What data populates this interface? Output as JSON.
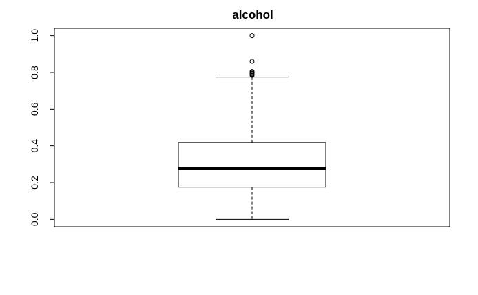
{
  "chart_data": {
    "type": "box",
    "title": "alcohol",
    "xlabel": "",
    "ylabel": "",
    "ylim": [
      -0.04,
      1.04
    ],
    "yticks": [
      0.0,
      0.2,
      0.4,
      0.6,
      0.8,
      1.0
    ],
    "ytick_labels": [
      "0.0",
      "0.2",
      "0.4",
      "0.6",
      "0.8",
      "1.0"
    ],
    "grid": false,
    "box": {
      "whisker_low": 0.0,
      "q1": 0.175,
      "median": 0.277,
      "q3": 0.418,
      "whisker_high": 0.775
    },
    "outliers": [
      0.785,
      0.79,
      0.795,
      0.8,
      0.805,
      0.86,
      1.0
    ],
    "colors": {
      "line": "#000000",
      "background": "#ffffff"
    }
  }
}
